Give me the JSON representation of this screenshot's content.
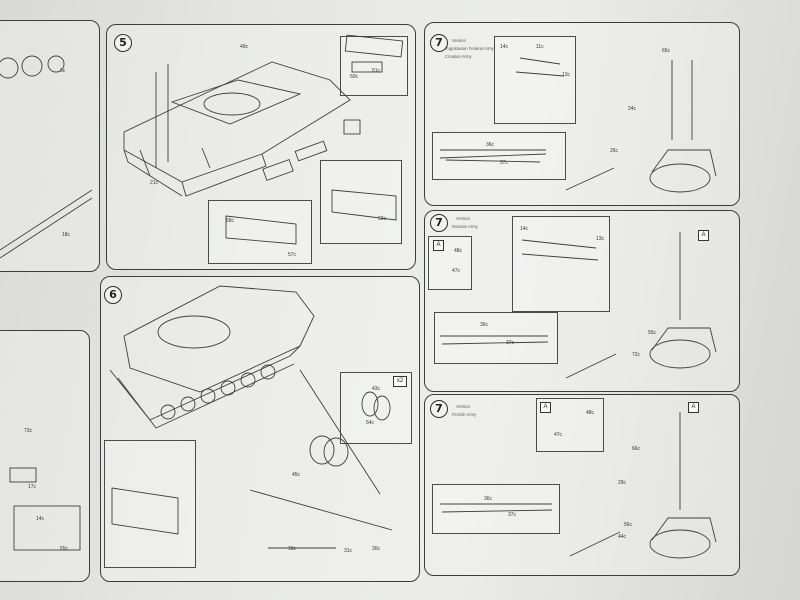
{
  "sheet": {
    "steps": {
      "s5": "5",
      "s6": "6",
      "s7a": "7",
      "s7b": "7",
      "s7c": "7"
    },
    "versions": {
      "a_line1": "Version",
      "a_line2": "Yugoslavian Federal Army",
      "a_line3": "Croatian Army",
      "b_line1": "Version",
      "b_line2": "Russian Army",
      "c_line1": "Version",
      "c_line2": "Finnish Army"
    },
    "tags": {
      "a1": "A",
      "a2": "A",
      "a3": "A",
      "a4": "A",
      "x2": "x2"
    },
    "labels": {
      "p5_1": "49c",
      "p5_2": "50c",
      "p5_3": "51c",
      "p5_4": "58c",
      "p5_5": "57c",
      "p5_6": "52c",
      "p5_7": "21c",
      "p6_1": "43c",
      "p6_2": "54c",
      "p6_3": "45c",
      "p6_4": "31c",
      "p6_5": "30c",
      "p6_6": "18c",
      "p7a_1": "36c",
      "p7a_2": "37c",
      "p7a_3": "14c",
      "p7a_4": "11c",
      "p7a_5": "13c",
      "p7a_6": "65c",
      "p7a_7": "24c",
      "p7a_8": "26c",
      "p7b_1": "36c",
      "p7b_2": "37c",
      "p7b_3": "48c",
      "p7b_4": "47c",
      "p7b_5": "14c",
      "p7b_6": "13c",
      "p7b_7": "55c",
      "p7b_8": "72c",
      "p7c_1": "36c",
      "p7c_2": "37c",
      "p7c_3": "48c",
      "p7c_4": "47c",
      "p7c_5": "66c",
      "p7c_6": "29c",
      "p7c_7": "56c",
      "p7c_8": "44c",
      "left_1": "6c",
      "left_2": "18c",
      "left_3": "73c",
      "left_4": "17c",
      "left_5": "55c",
      "left_6": "14c"
    }
  }
}
